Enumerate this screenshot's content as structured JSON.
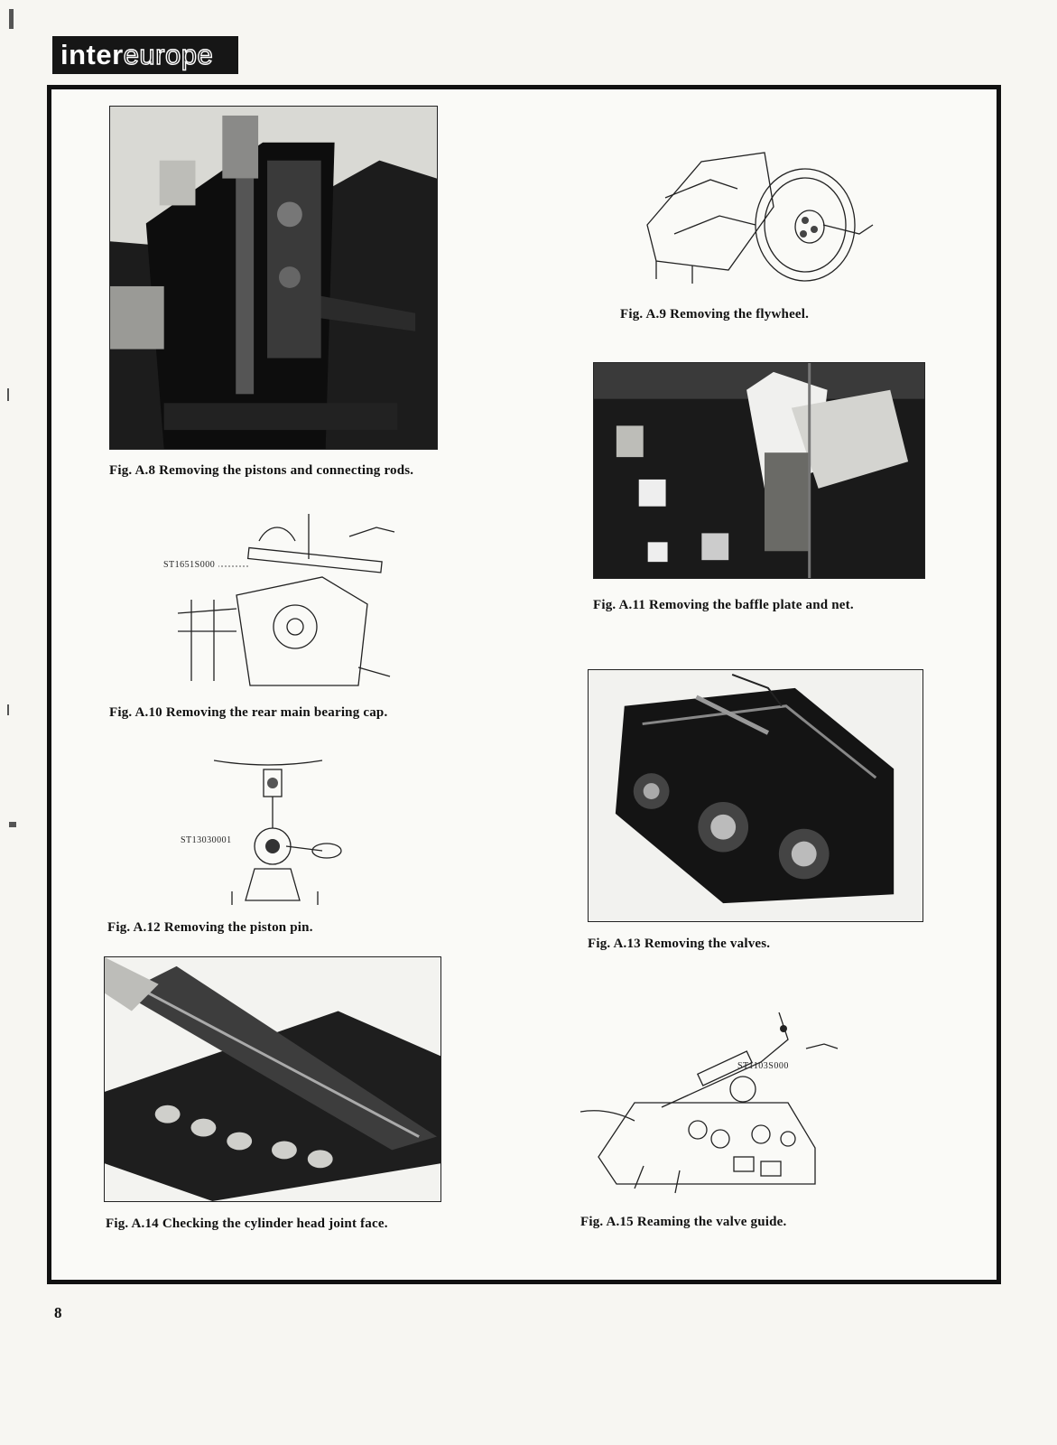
{
  "header": {
    "logo_text_solid": "inter",
    "logo_text_outline": "europe"
  },
  "figures": {
    "a8": {
      "caption": "Fig. A.8 Removing the pistons and connecting rods."
    },
    "a9": {
      "caption": "Fig. A.9 Removing the flywheel."
    },
    "a10": {
      "caption": "Fig. A.10 Removing the rear main bearing cap.",
      "part_no": "ST1651S000"
    },
    "a11": {
      "caption": "Fig. A.11 Removing the baffle plate and net."
    },
    "a12": {
      "caption": "Fig. A.12 Removing the piston pin.",
      "part_no": "ST13030001"
    },
    "a13": {
      "caption": "Fig. A.13 Removing the valves."
    },
    "a14": {
      "caption": "Fig. A.14 Checking the cylinder head joint face."
    },
    "a15": {
      "caption": "Fig. A.15 Reaming the valve guide.",
      "part_no": "ST1103S000"
    }
  },
  "footer": {
    "page_number": "8"
  }
}
